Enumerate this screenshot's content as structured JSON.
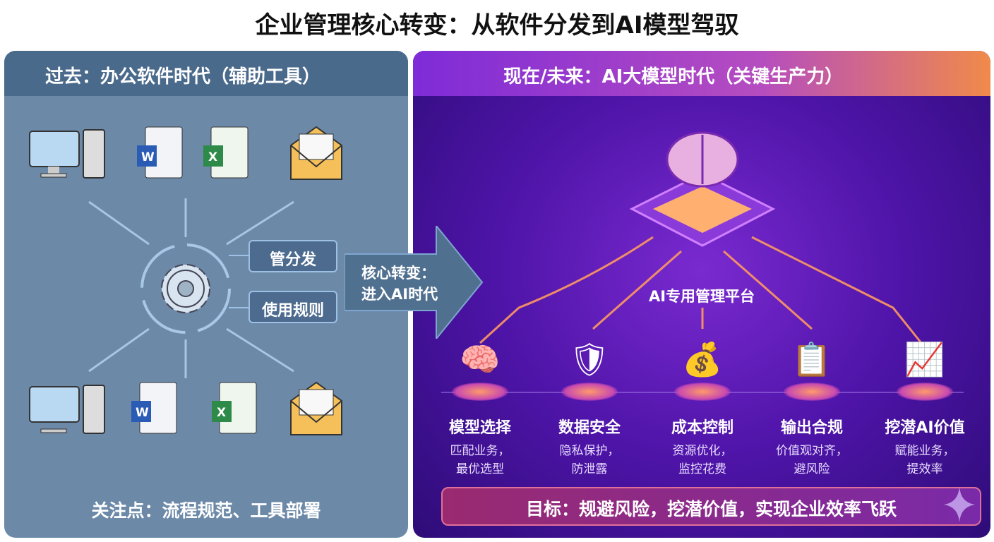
{
  "title": "企业管理核心转变：从软件分发到AI模型驾驭",
  "left": {
    "header": "过去：办公软件时代（辅助工具）",
    "icons": [
      "computer-icon",
      "word-icon",
      "excel-icon",
      "mail-icon"
    ],
    "word_letter": "W",
    "excel_letter": "X",
    "labels": [
      "管分发",
      "使用规则"
    ],
    "focus": "关注点：流程规范、工具部署"
  },
  "arrow": {
    "line1": "核心转变：",
    "line2": "进入AI时代"
  },
  "right": {
    "header": "现在/未来：AI大模型时代（关键生产力）",
    "platform": "AI专用管理平台",
    "items": [
      {
        "title": "模型选择",
        "d1": "匹配业务，",
        "d2": "最优选型",
        "icon": "🧠"
      },
      {
        "title": "数据安全",
        "d1": "隐私保护，",
        "d2": "防泄露",
        "icon": "🛡"
      },
      {
        "title": "成本控制",
        "d1": "资源优化，",
        "d2": "监控花费",
        "icon": "💰"
      },
      {
        "title": "输出合规",
        "d1": "价值观对齐，",
        "d2": "避风险",
        "icon": "📋"
      },
      {
        "title": "挖潜AI价值",
        "d1": "赋能业务，",
        "d2": "提效率",
        "icon": "📈"
      }
    ],
    "goal": "目标：规避风险，挖潜价值，实现企业效率飞跃"
  },
  "colors": {
    "left_bg": "#6c89a8",
    "left_header": "#4a6a8c",
    "right_bg": "#4e14a8",
    "accent": "#f08a4a"
  }
}
